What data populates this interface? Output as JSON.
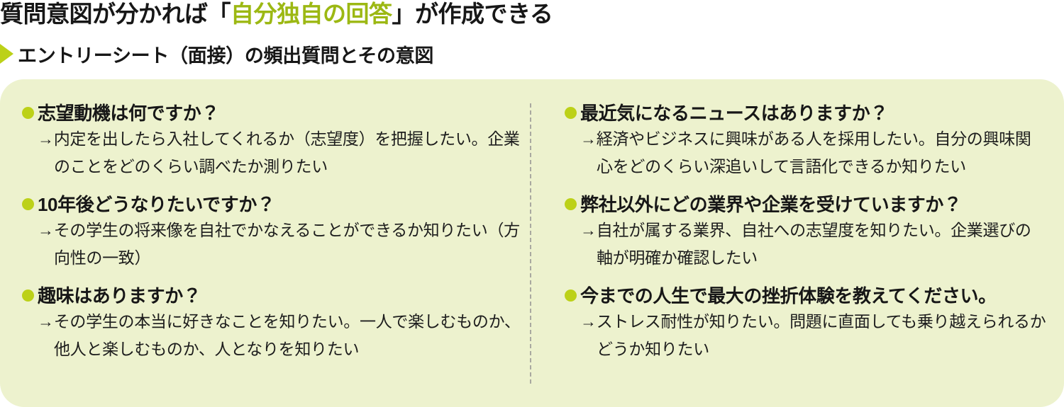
{
  "title": {
    "prefix": "質問意図が分かれば「",
    "highlight": "自分独自の回答",
    "suffix": "」が作成できる"
  },
  "subtitle": {
    "icon": "triangle-right-icon",
    "text": "エントリーシート（面接）の頻出質問とその意図"
  },
  "colors": {
    "accent_green": "#9cb813",
    "bullet_green": "#bcd118",
    "panel_background": "#edf2ce",
    "text": "#171717",
    "divider": "#a9a9a0"
  },
  "panel": {
    "left_column": [
      {
        "question": "志望動機は何ですか？",
        "answer": "→内定を出したら入社してくれるか（志望度）を把握したい。企業のことをどのくらい調べたか測りたい"
      },
      {
        "question": "10年後どうなりたいですか？",
        "answer": "→その学生の将来像を自社でかなえることができるか知りたい（方向性の一致）"
      },
      {
        "question": "趣味はありますか？",
        "answer": "→その学生の本当に好きなことを知りたい。一人で楽しむものか、他人と楽しむものか、人となりを知りたい"
      }
    ],
    "right_column": [
      {
        "question": "最近気になるニュースはありますか？",
        "answer": "→経済やビジネスに興味がある人を採用したい。自分の興味関心をどのくらい深追いして言語化できるか知りたい"
      },
      {
        "question": "弊社以外にどの業界や企業を受けていますか？",
        "answer": "→自社が属する業界、自社への志望度を知りたい。企業選びの軸が明確か確認したい"
      },
      {
        "question": "今までの人生で最大の挫折体験を教えてください。",
        "answer": "→ストレス耐性が知りたい。問題に直面しても乗り越えられるかどうか知りたい"
      }
    ]
  }
}
